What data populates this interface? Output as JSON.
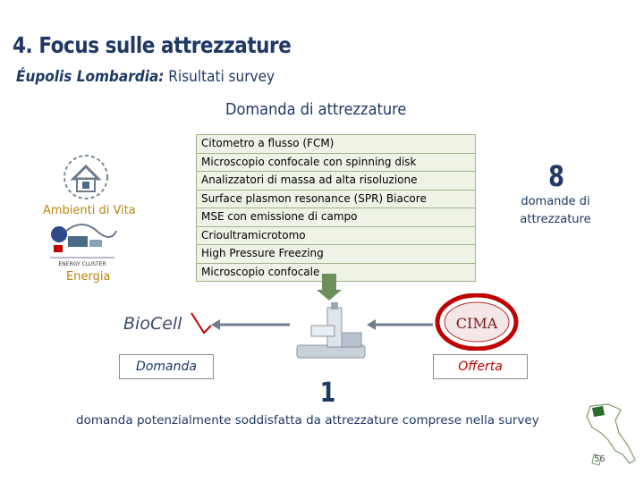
{
  "header": {
    "title": "4. Focus sulle attrezzature",
    "org": "Éupolis Lombardia:",
    "subtitle": "Risultati survey",
    "section_title": "Domanda di attrezzature"
  },
  "equipment_list": [
    "Citometro a flusso (FCM)",
    "Microscopio confocale con spinning disk",
    "Analizzatori di massa ad alta risoluzione",
    "Surface plasmon resonance (SPR) Biacore",
    "MSE con emissione di campo",
    "Crioultramicrotomo",
    "High Pressure Freezing",
    "Microscopio confocale"
  ],
  "summary": {
    "count": "8",
    "label": "domande di attrezzature"
  },
  "clusters": {
    "ambienti": "Ambienti di Vita",
    "energia": "Energia",
    "energy_logo_text": "ENERGY CLUSTER"
  },
  "logos": {
    "biocell": "BioCell",
    "cima": "CIMA"
  },
  "flow": {
    "domanda": "Domanda",
    "offerta": "Offerta",
    "result_count": "1",
    "result_text": "domanda potenzialmente soddisfatta da attrezzature comprese nella survey"
  },
  "page_number": "56",
  "colors": {
    "title": "#1f3864",
    "cluster_label": "#b8860b",
    "list_bg": "#eef3e6",
    "list_border": "#9db38a",
    "offerta": "#c00000"
  }
}
